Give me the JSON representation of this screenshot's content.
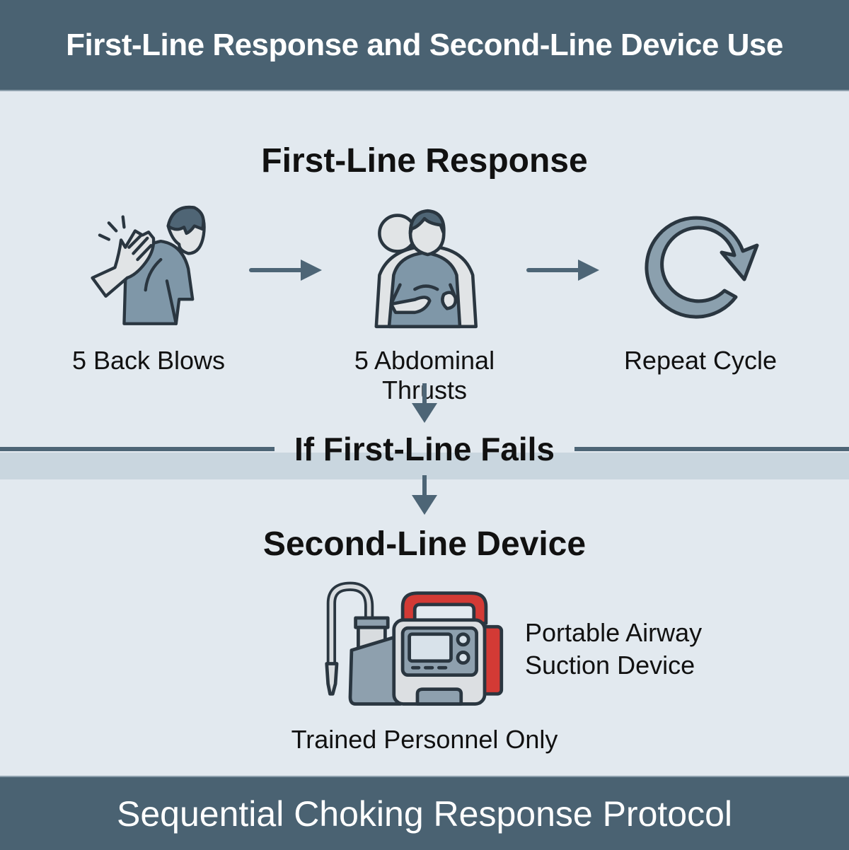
{
  "header": {
    "title": "First-Line Response and Second-Line Device Use"
  },
  "first_line": {
    "title": "First-Line Response",
    "steps": [
      {
        "label": "5 Back Blows",
        "icon": "back-blow-icon"
      },
      {
        "label": "5 Abdominal Thrusts",
        "icon": "abdominal-thrust-icon"
      },
      {
        "label": "Repeat Cycle",
        "icon": "repeat-cycle-icon"
      }
    ]
  },
  "divider": {
    "label": "If First-Line Fails"
  },
  "second_line": {
    "title": "Second-Line Device",
    "device_label_line1": "Portable Airway",
    "device_label_line2": "Suction Device",
    "note": "Trained Personnel Only",
    "icon": "suction-device-icon"
  },
  "footer": {
    "title": "Sequential Choking Response Protocol"
  },
  "colors": {
    "banner": "#4a6272",
    "background": "#e2e9ef",
    "arrow": "#4d6576",
    "figure_fill": "#7f97a8",
    "accent_red": "#d33a35"
  }
}
